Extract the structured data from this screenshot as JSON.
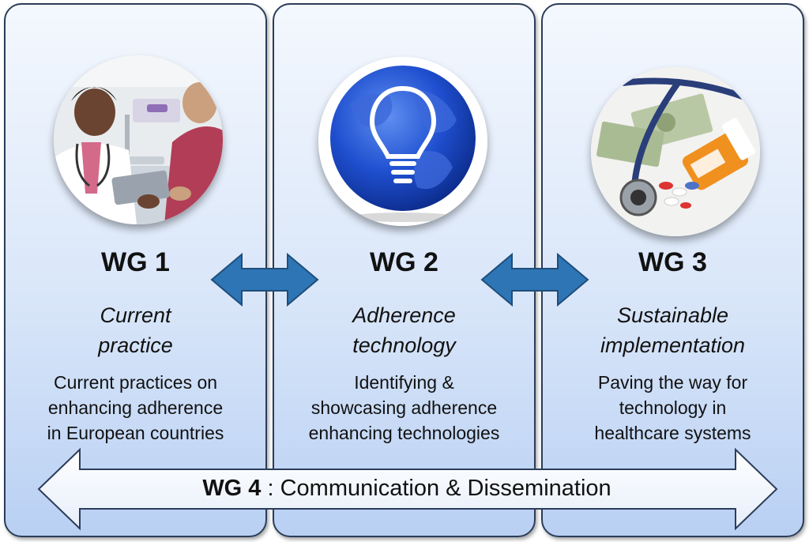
{
  "working_groups": [
    {
      "title": "WG 1",
      "subtitle_line1": "Current",
      "subtitle_line2": "practice",
      "desc_line1": "Current practices on",
      "desc_line2": "enhancing adherence",
      "desc_line3": "in European countries",
      "image_icon": "doctor-patient-photo-icon"
    },
    {
      "title": "WG 2",
      "subtitle_line1": "Adherence",
      "subtitle_line2": "technology",
      "desc_line1": "Identifying &",
      "desc_line2": "showcasing adherence",
      "desc_line3": "enhancing technologies",
      "image_icon": "lightbulb-globe-icon"
    },
    {
      "title": "WG 3",
      "subtitle_line1": "Sustainable",
      "subtitle_line2": "implementation",
      "desc_line1": "Paving the way for",
      "desc_line2": "technology in",
      "desc_line3": "healthcare systems",
      "image_icon": "stethoscope-money-pills-icon"
    }
  ],
  "bottom_arrow": {
    "label_bold": "WG 4",
    "label_rest": " : Communication & Dissemination"
  },
  "colors": {
    "connector_arrow": "#2e75b6",
    "panel_border": "#2b3d59",
    "panel_gradient_bottom": "#b9d0f3",
    "bottom_arrow_fill": "#f2f6fc"
  }
}
